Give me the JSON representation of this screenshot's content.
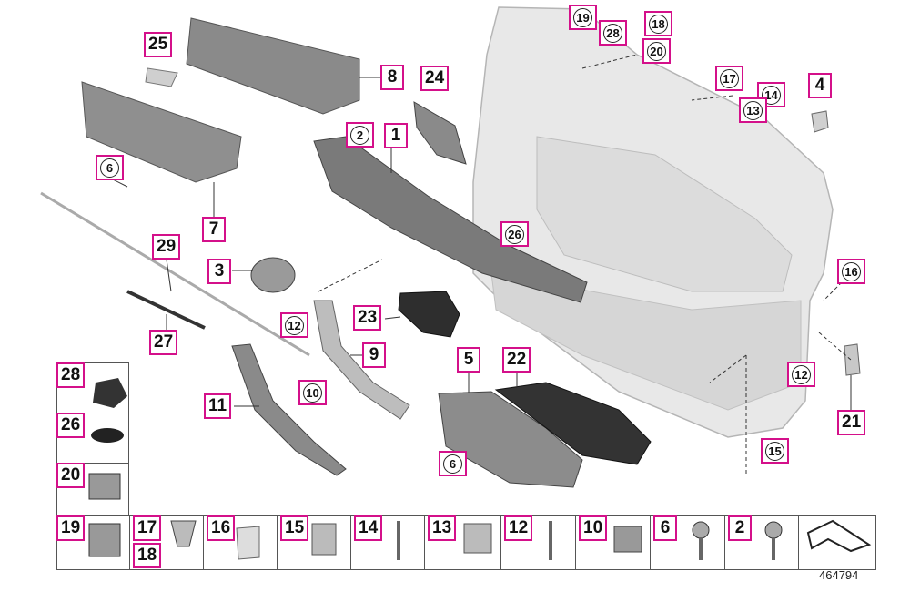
{
  "diagram_id": "464794",
  "callouts": {
    "c25": "25",
    "c8": "8",
    "c24": "24",
    "c1": "1",
    "c2": "2",
    "c19a": "19",
    "c28a": "28",
    "c18a": "18",
    "c20a": "20",
    "c17a": "17",
    "c14a": "14",
    "c13a": "13",
    "c4": "4",
    "c6a": "6",
    "c7": "7",
    "c29": "29",
    "c3": "3",
    "c26a": "26",
    "c16a": "16",
    "c12a": "12",
    "c23": "23",
    "c27": "27",
    "c9": "9",
    "c5": "5",
    "c22": "22",
    "c10a": "10",
    "c11": "11",
    "c6b": "6",
    "c12b": "12",
    "c21": "21",
    "c15a": "15"
  },
  "legend_side": [
    "28",
    "26",
    "20",
    "19"
  ],
  "legend_strip": [
    "17",
    "18",
    "16",
    "15",
    "14",
    "13",
    "12",
    "10",
    "6",
    "2"
  ],
  "colors": {
    "callout_border": "#d4108a",
    "part_fill": "#8a8a8a",
    "panel_fill": "#e6e6e6"
  }
}
